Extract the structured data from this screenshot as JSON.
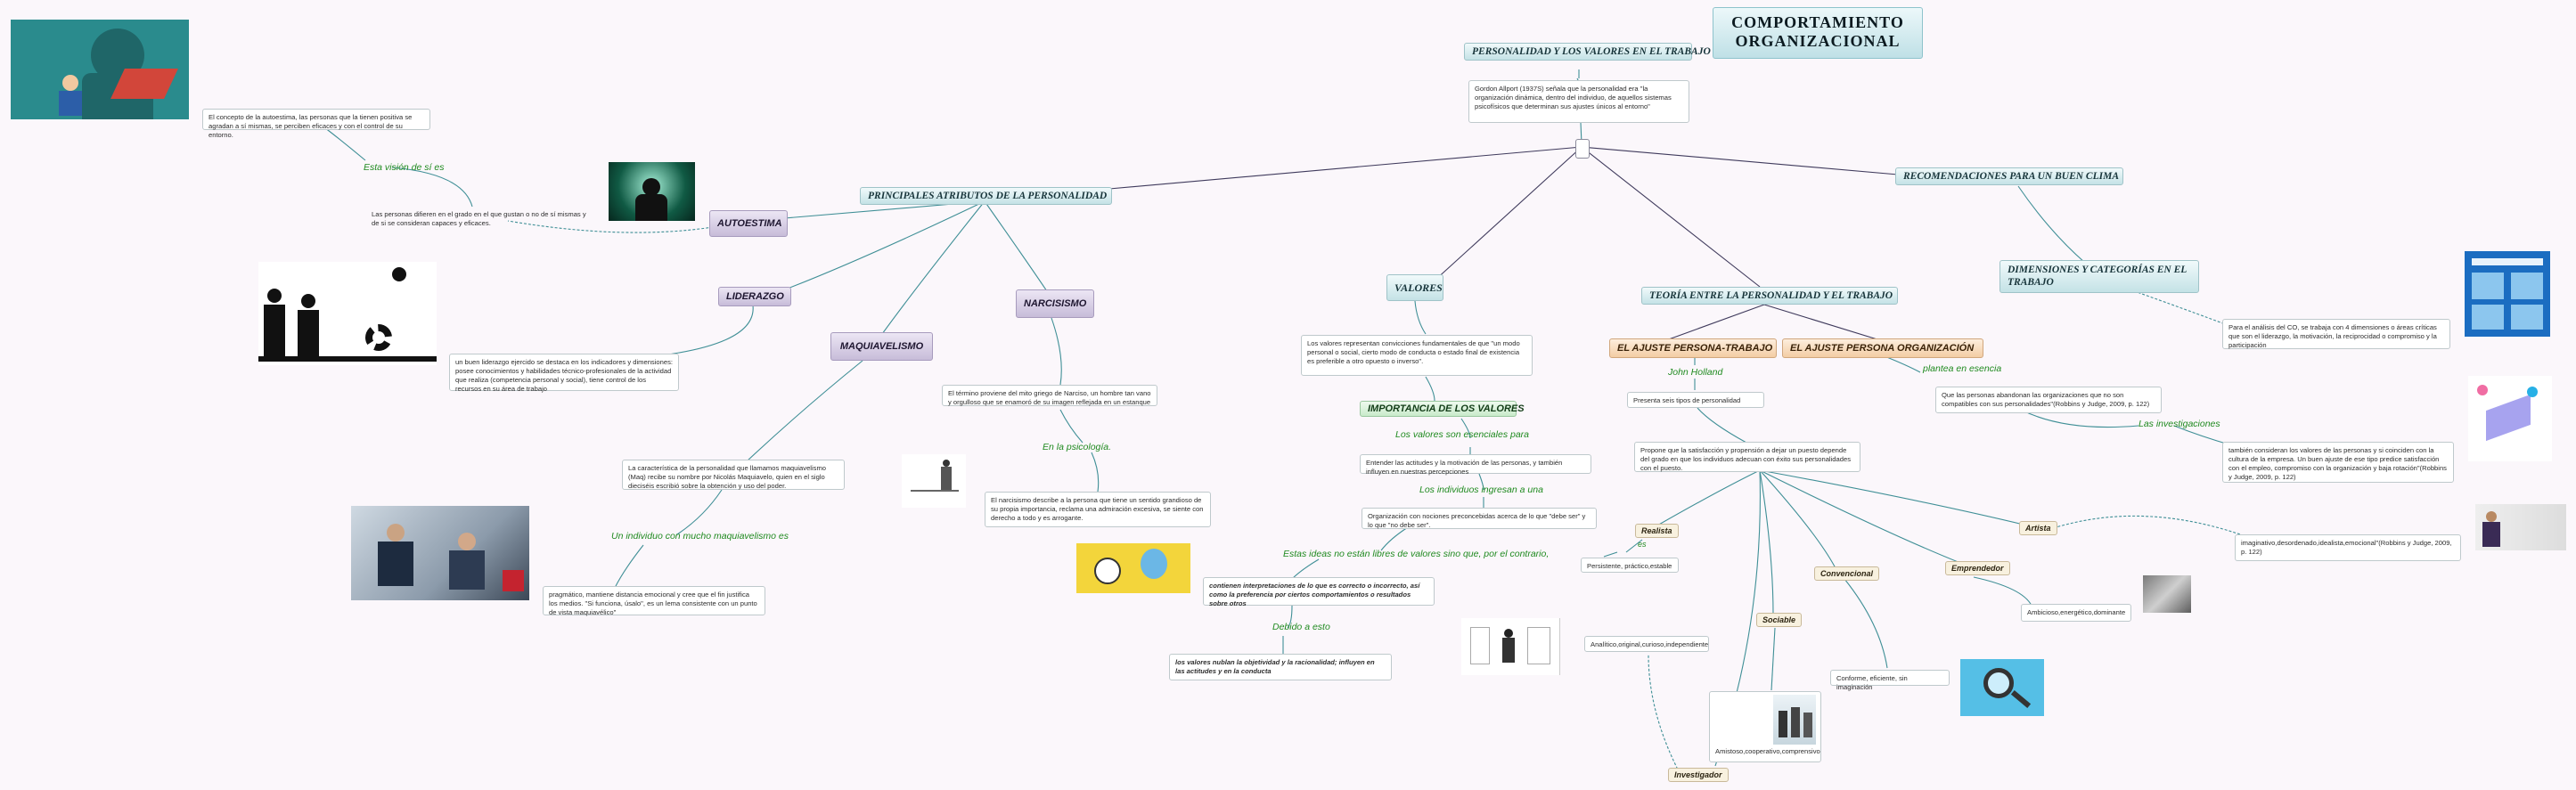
{
  "title": "COMPORTAMIENTO ORGANIZACIONAL",
  "personalidad_valores": {
    "title": "PERSONALIDAD Y LOS VALORES EN EL TRABAJO",
    "text": "Gordon Allport (1937S) señala que la personalidad era \"la organización dinámica, dentro del individuo, de aquellos sistemas psicofísicos que determinan sus ajustes únicos al entorno\""
  },
  "atributos": {
    "title": "PRINCIPALES ATRIBUTOS DE LA PERSONALIDAD",
    "autoestima": {
      "label": "AUTOESTIMA",
      "text1": "Las personas difieren en el grado en el que gustan o no de sí mismas y de si se consideran capaces y eficaces.",
      "edge": "Esta visión de sí es",
      "text2": "El concepto de la autoestima, las personas que la tienen positiva se agradan a sí mismas, se perciben eficaces y con el control de su entorno."
    },
    "liderazgo": {
      "label": "LIDERAZGO",
      "text": "un buen liderazgo ejercido se destaca en los indicadores y dimensiones: posee conocimientos y habilidades técnico-profesionales de la actividad que realiza (competencia personal y social), tiene control de los recursos en su área de trabajo"
    },
    "maquiavelismo": {
      "label": "MAQUIAVELISMO",
      "text1": "La característica de la personalidad que llamamos maquiavelismo (Maq) recibe su nombre por Nicolás Maquiavelo, quien en el siglo dieciséis escribió sobre la obtención y uso del poder.",
      "edge": "Un individuo con mucho maquiavelismo es",
      "text2": "pragmático, mantiene distancia emocional y cree que el fin justifica los medios. \"Si funciona, úsalo\", es un lema consistente con un punto de vista maquiavélico\""
    },
    "narcisismo": {
      "label": "NARCISISMO",
      "text1": "El término proviene del mito griego de Narciso, un hombre tan vano y orgulloso que se enamoró de su imagen reflejada en un estanque",
      "edge": "En la psicología.",
      "text2": "El narcisismo describe a la persona que tiene un sentido grandioso de su propia importancia, reclama una admiración excesiva, se siente con derecho a todo y es arrogante."
    }
  },
  "valores": {
    "label": "VALORES",
    "text": "Los valores representan convicciones fundamentales de que \"un modo personal o social, cierto modo de conducta o estado final de existencia es preferible a otro opuesto o inverso\".",
    "importancia": "IMPORTANCIA DE LOS VALORES",
    "edge1": "Los valores son esenciales para",
    "text1": "Entender las actitudes y la motivación de las personas, y también influyen en nuestras percepciones",
    "edge2": "Los individuos ingresan a una",
    "text2": "Organización con nociones preconcebidas acerca de lo que \"debe ser\" y lo que \"no debe ser\".",
    "edge3": "Estas ideas no están libres de valores sino que, por el contrario,",
    "text3": "contienen interpretaciones de lo que es correcto o incorrecto, así como la preferencia por ciertos comportamientos o resultados sobre otros",
    "edge4": "Debido a esto",
    "text4": "los valores nublan la objetividad y la racionalidad; influyen en las actitudes y en la conducta"
  },
  "teoria": {
    "title": "TEORÍA ENTRE LA PERSONALIDAD Y EL TRABAJO",
    "ajuste_trabajo": "EL AJUSTE PERSONA-TRABAJO",
    "holland_edge": "John Holland",
    "holland_text": "Presenta seis tipos de personalidad",
    "holland_desc": "Propone que la satisfacción y propensión a dejar un puesto depende del grado en que los individuos adecuan con éxito sus personalidades con el puesto.",
    "realista": "Realista",
    "realista_es": "es",
    "realista_text": "Persistente, práctico,estable",
    "investigador": "Investigador",
    "investigador_text": "Analítico,original,curioso,independiente",
    "sociable": "Sociable",
    "sociable_text": "Amistoso,cooperativo,comprensivo",
    "convencional": "Convencional",
    "convencional_text": "Conforme, eficiente, sin imaginación",
    "emprendedor": "Emprendedor",
    "emprendedor_text": "Ambicioso,energético,dominante",
    "artista": "Artista",
    "artista_text": "imaginativo,desordenado,idealista,emocional\"(Robbins y Judge, 2009, p. 122)",
    "ajuste_org": "EL AJUSTE PERSONA ORGANIZACIÓN",
    "org_edge": "plantea en esencia",
    "org_text": "Que las personas abandonan las organizaciones que no son compatibles con sus personalidades\"(Robbins y Judge, 2009, p. 122)",
    "invest_edge": "Las investigaciones",
    "invest_text": "también consideran los valores de las personas y si coinciden con la cultura de la empresa. Un buen ajuste de ese tipo predice satisfacción con el empleo, compromiso con la organización y baja rotación\"(Robbins y Judge, 2009, p. 122)"
  },
  "recomendaciones": {
    "title": "RECOMENDACIONES PARA UN BUEN CLIMA",
    "dimensiones": "DIMENSIONES Y CATEGORÍAS EN EL TRABAJO",
    "text": "Para el análisis del CO, se trabaja con 4 dimensiones o áreas críticas que son el liderazgo, la motivación, la reciprocidad o compromiso y la participación"
  },
  "colors": {
    "teal_link": "#3f8f96",
    "dark_link": "#3f3a5c",
    "green_label": "#1f8a1f"
  }
}
